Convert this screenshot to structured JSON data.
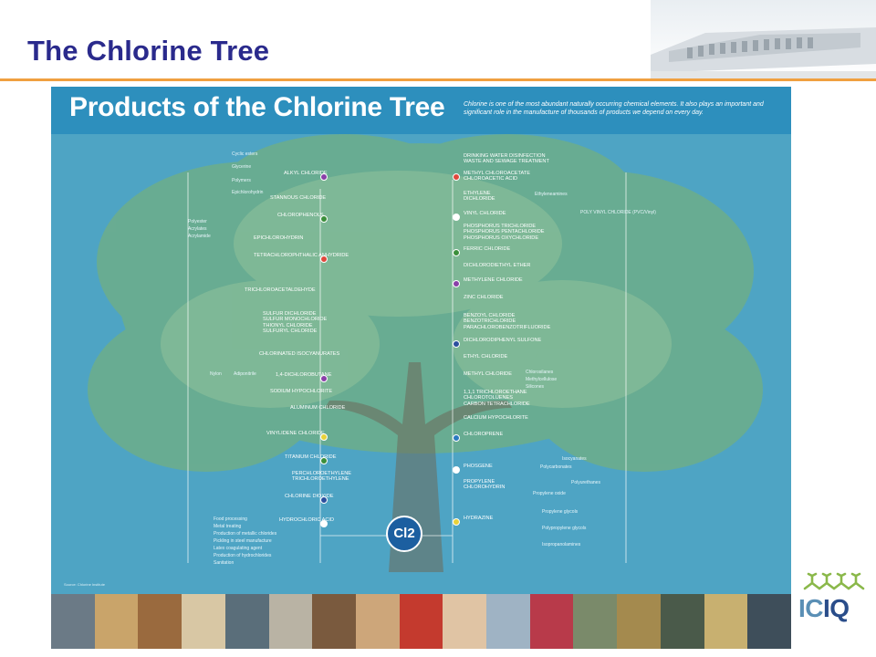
{
  "slide": {
    "title": "The Chlorine Tree",
    "colors": {
      "title": "#2a2a8c",
      "rule": "#f0a040",
      "poster_bg": "#4ea4c4"
    }
  },
  "poster": {
    "title": "Products of the Chlorine Tree",
    "intro": "Chlorine is one of the most abundant naturally occurring chemical elements. It also plays an important and significant role in the manufacture of thousands of products we depend on every day.",
    "root_label": "Cl2",
    "source": "Source: Chlorine Institute",
    "left_compounds": [
      "ALKYL CHLORIDE",
      "STANNOUS CHLORIDE",
      "CHLOROPHENOLS",
      "EPICHLOROHYDRIN",
      "TETRACHLOROPHTHALIC ANHYDRIDE",
      "TRICHLOROACETALDEHYDE",
      "SULFUR DICHLORIDE\nSULFUR MONOCHLORIDE\nTHIONYL CHLORIDE\nSULFURYL CHLORIDE",
      "CHLORINATED ISOCYANURATES",
      "1,4-DICHLOROBUTANE",
      "SODIUM HYPOCHLORITE",
      "ALUMINUM CHLORIDE",
      "VINYLIDENE CHLORIDE",
      "TITANIUM CHLORIDE",
      "PERCHLOROETHYLENE\nTRICHLOROETHYLENE",
      "CHLORINE DIOXIDE",
      "HYDROCHLORIC ACID"
    ],
    "center_compounds": [
      "DRINKING WATER DISINFECTION\nWASTE AND SEWAGE TREATMENT",
      "METHYL CHLOROACETATE\nCHLOROACETIC ACID",
      "ETHYLENE\nDICHLORIDE",
      "VINYL CHLORIDE",
      "PHOSPHORUS TRICHLORIDE\nPHOSPHORUS PENTACHLORIDE\nPHOSPHORUS OXYCHLORIDE",
      "FERRIC CHLORIDE",
      "DICHLORODIETHYL ETHER",
      "METHYLENE CHLORIDE",
      "ZINC CHLORIDE",
      "BENZOYL CHLORIDE\nBENZOTRICHLORIDE\nPARACHLOROBENZOTRIFLUORIDE",
      "DICHLORODIPHENYL SULFONE",
      "ETHYL CHLORIDE",
      "METHYL CHLORIDE",
      "1,1,1 TRICHLOROETHANE\nCHLOROTOLUENES\nCARBON TETRACHLORIDE",
      "CALCIUM HYPOCHLORITE",
      "CHLOROPRENE",
      "PHOSGENE",
      "PROPYLENE\nCHLOROHYDRIN",
      "HYDRAZINE"
    ],
    "left_branch_labels": [
      "Cyclic esters",
      "Glycerine",
      "Polymers",
      "Epichlorohydrin",
      "Polyester",
      "Acrylates",
      "Acrylamide",
      "Nylon",
      "Adiponitrile",
      "Food processing",
      "Metal treating",
      "Production of metallic chlorides",
      "Pickling in steel manufacture",
      "Latex coagulating agent",
      "Production of hydrochlorides",
      "Sanitation"
    ],
    "right_branch_labels": [
      "Ethyleneamines",
      "POLY VINYL CHLORIDE (PVC/Vinyl)",
      "Chlorosilanes",
      "Methylcellulose",
      "Silicones",
      "Isocyanates",
      "Polycarbonates",
      "Polyurethanes",
      "Propylene oxide",
      "Propylene glycols",
      "Polypropylene glycols",
      "Isopropanolamines"
    ],
    "icons": [
      "tree-icon",
      "photo-strip"
    ]
  },
  "logo": {
    "name": "ICIQ",
    "name_prefix": "IC",
    "name_suffix": "IQ",
    "colors": {
      "accent": "#8ab84a",
      "primary": "#2a4d8a",
      "light": "#5a8fb5"
    }
  }
}
